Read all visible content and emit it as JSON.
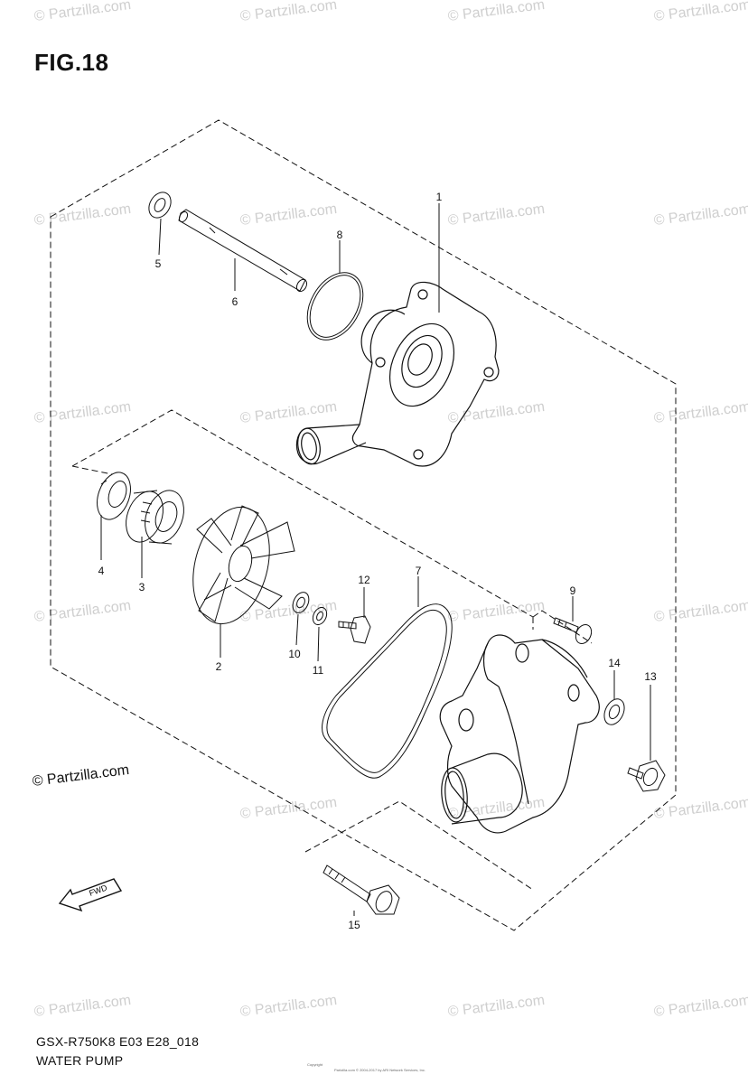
{
  "figure": {
    "title": "FIG.18",
    "model_code": "GSX-R750K8 E03 E28_018",
    "assembly_name": "WATER PUMP"
  },
  "copyright": {
    "main": "© Partzilla.com",
    "watermark": "© Partzilla.com",
    "fine_print_1": "Copyright",
    "fine_print_2": "Partzilla.com © 2004-2017 by ARI Network Services, Inc."
  },
  "callouts": [
    "1",
    "2",
    "3",
    "4",
    "5",
    "6",
    "7",
    "8",
    "9",
    "10",
    "11",
    "12",
    "13",
    "14",
    "15"
  ],
  "fwd_label": "FWD",
  "colors": {
    "line": "#111111",
    "watermark": "#cfcfcf",
    "background": "#ffffff"
  }
}
